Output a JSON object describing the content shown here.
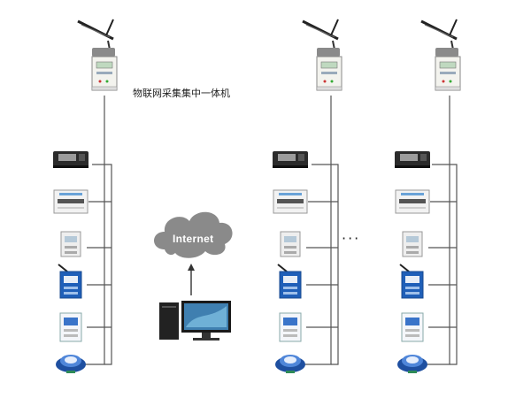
{
  "labels": {
    "concentrator": "物联网采集集中一体机",
    "cloud": "Internet",
    "ellipsis": "···"
  },
  "devices": [
    {
      "name": "concentrator",
      "icon": "concentrator-antenna-icon"
    },
    {
      "name": "display-unit",
      "icon": "display-unit-icon"
    },
    {
      "name": "breaker-meter",
      "icon": "breaker-meter-icon"
    },
    {
      "name": "single-phase-meter",
      "icon": "single-phase-meter-icon"
    },
    {
      "name": "wireless-meter",
      "icon": "wireless-meter-icon"
    },
    {
      "name": "prepaid-meter",
      "icon": "prepaid-meter-icon"
    },
    {
      "name": "water-meter",
      "icon": "water-meter-icon"
    }
  ],
  "colors": {
    "line": "#555555",
    "cloud": "#888888",
    "meter_blue": "#1f5fb8",
    "meter_green": "#2e8b57"
  }
}
